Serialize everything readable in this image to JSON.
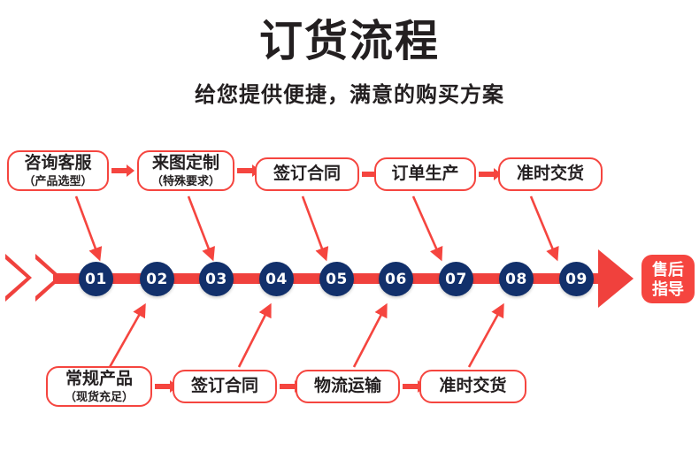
{
  "header": {
    "title": "订货流程",
    "subtitle": "给您提供便捷，满意的购买方案"
  },
  "colors": {
    "red": "#f5453f",
    "track_red": "#f0413d",
    "navy": "#12306b",
    "text": "#231f20",
    "white": "#ffffff"
  },
  "top_row": [
    {
      "line1": "咨询客服",
      "line2": "（产品选型）"
    },
    {
      "line1": "来图定制",
      "line2": "（特殊要求）"
    },
    {
      "line1": "签订合同",
      "line2": ""
    },
    {
      "line1": "订单生产",
      "line2": ""
    },
    {
      "line1": "准时交货",
      "line2": ""
    }
  ],
  "bottom_row": [
    {
      "line1": "常规产品",
      "line2": "（现货充足）"
    },
    {
      "line1": "签订合同",
      "line2": ""
    },
    {
      "line1": "物流运输",
      "line2": ""
    },
    {
      "line1": "准时交货",
      "line2": ""
    }
  ],
  "steps": [
    {
      "number": "01"
    },
    {
      "number": "02"
    },
    {
      "number": "03"
    },
    {
      "number": "04"
    },
    {
      "number": "05"
    },
    {
      "number": "06"
    },
    {
      "number": "07"
    },
    {
      "number": "08"
    },
    {
      "number": "09"
    }
  ],
  "endcap": {
    "line1": "售后",
    "line2": "指导"
  }
}
